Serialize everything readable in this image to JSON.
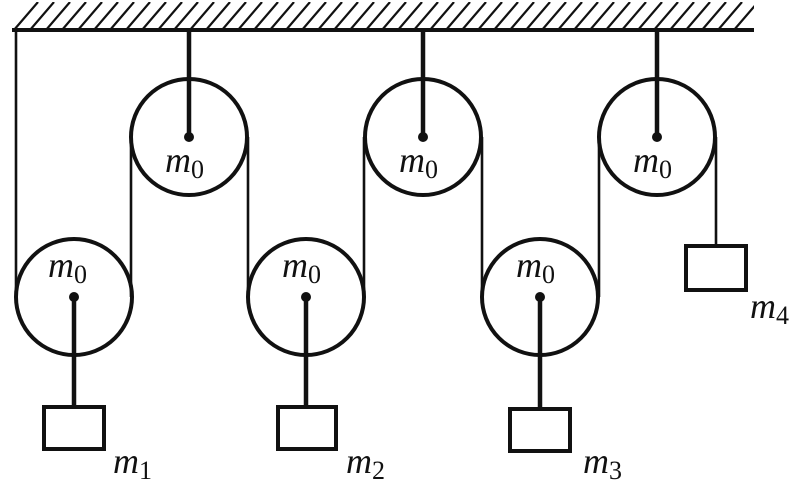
{
  "colors": {
    "ink": "#111111",
    "background": "#ffffff"
  },
  "pulleys": {
    "fixed": [
      {
        "label": "m",
        "sub": "0"
      },
      {
        "label": "m",
        "sub": "0"
      },
      {
        "label": "m",
        "sub": "0"
      }
    ],
    "movable": [
      {
        "label": "m",
        "sub": "0"
      },
      {
        "label": "m",
        "sub": "0"
      },
      {
        "label": "m",
        "sub": "0"
      }
    ]
  },
  "masses": [
    {
      "label": "m",
      "sub": "1"
    },
    {
      "label": "m",
      "sub": "2"
    },
    {
      "label": "m",
      "sub": "3"
    },
    {
      "label": "m",
      "sub": "4"
    }
  ]
}
